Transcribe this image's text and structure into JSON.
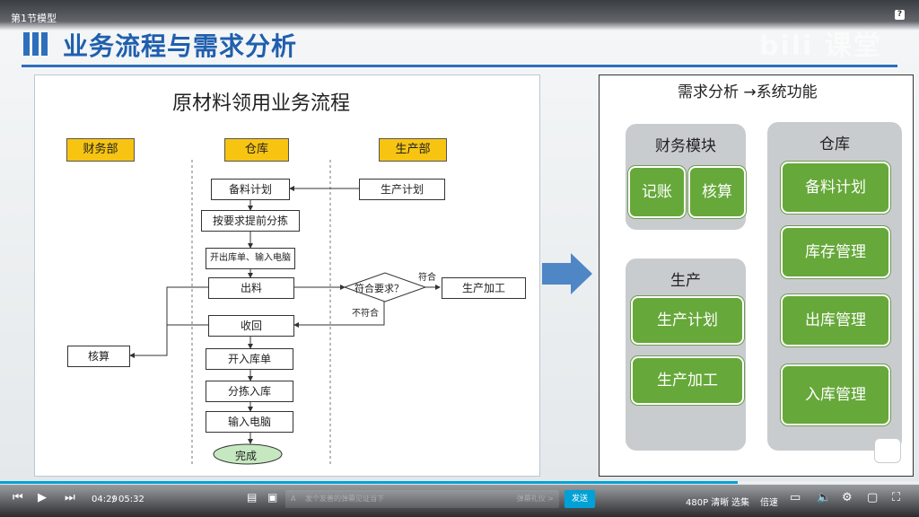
{
  "video_title": "第1节模型",
  "help_label": "?",
  "watermark": "bili 课堂",
  "slide": {
    "title": "业务流程与需求分析",
    "flow": {
      "title": "原材料领用业务流程",
      "lanes": [
        "财务部",
        "仓库",
        "生产部"
      ],
      "steps": {
        "plan": "备料计划",
        "sort": "按要求提前分拣",
        "bill": "开出库单、输入电脑",
        "out": "出料",
        "check": "符合要求？",
        "process": "生产加工",
        "back": "收回",
        "inbill": "开入库单",
        "insort": "分拣入库",
        "input": "输入电脑",
        "done": "完成",
        "prodplan": "生产计划",
        "account": "核算"
      },
      "labels": {
        "yes": "符合",
        "no": "不符合"
      }
    },
    "requirements": {
      "title": "需求分析 →系统功能",
      "finance": {
        "title": "财务模块",
        "items": [
          "记账",
          "核算"
        ]
      },
      "production": {
        "title": "生产",
        "items": [
          "生产计划",
          "生产加工"
        ]
      },
      "warehouse": {
        "title": "仓库",
        "items": [
          "备料计划",
          "库存管理",
          "出库管理",
          "入库管理"
        ]
      }
    }
  },
  "player": {
    "current_time": "04:29",
    "separator": "/",
    "total_time": "05:32",
    "danmaku_placeholder": "发个友善的弹幕见证当下",
    "danmaku_etiquette": "弹幕礼仪 >",
    "send_label": "发送",
    "quality": "480P 清晰",
    "playlist": "选集",
    "speed": "倍速",
    "progress_percent": 80.3
  },
  "colors": {
    "accent": "#2e6fbd",
    "lane": "#f8c412",
    "module": "#66a83a",
    "progress": "#00a1d6"
  }
}
